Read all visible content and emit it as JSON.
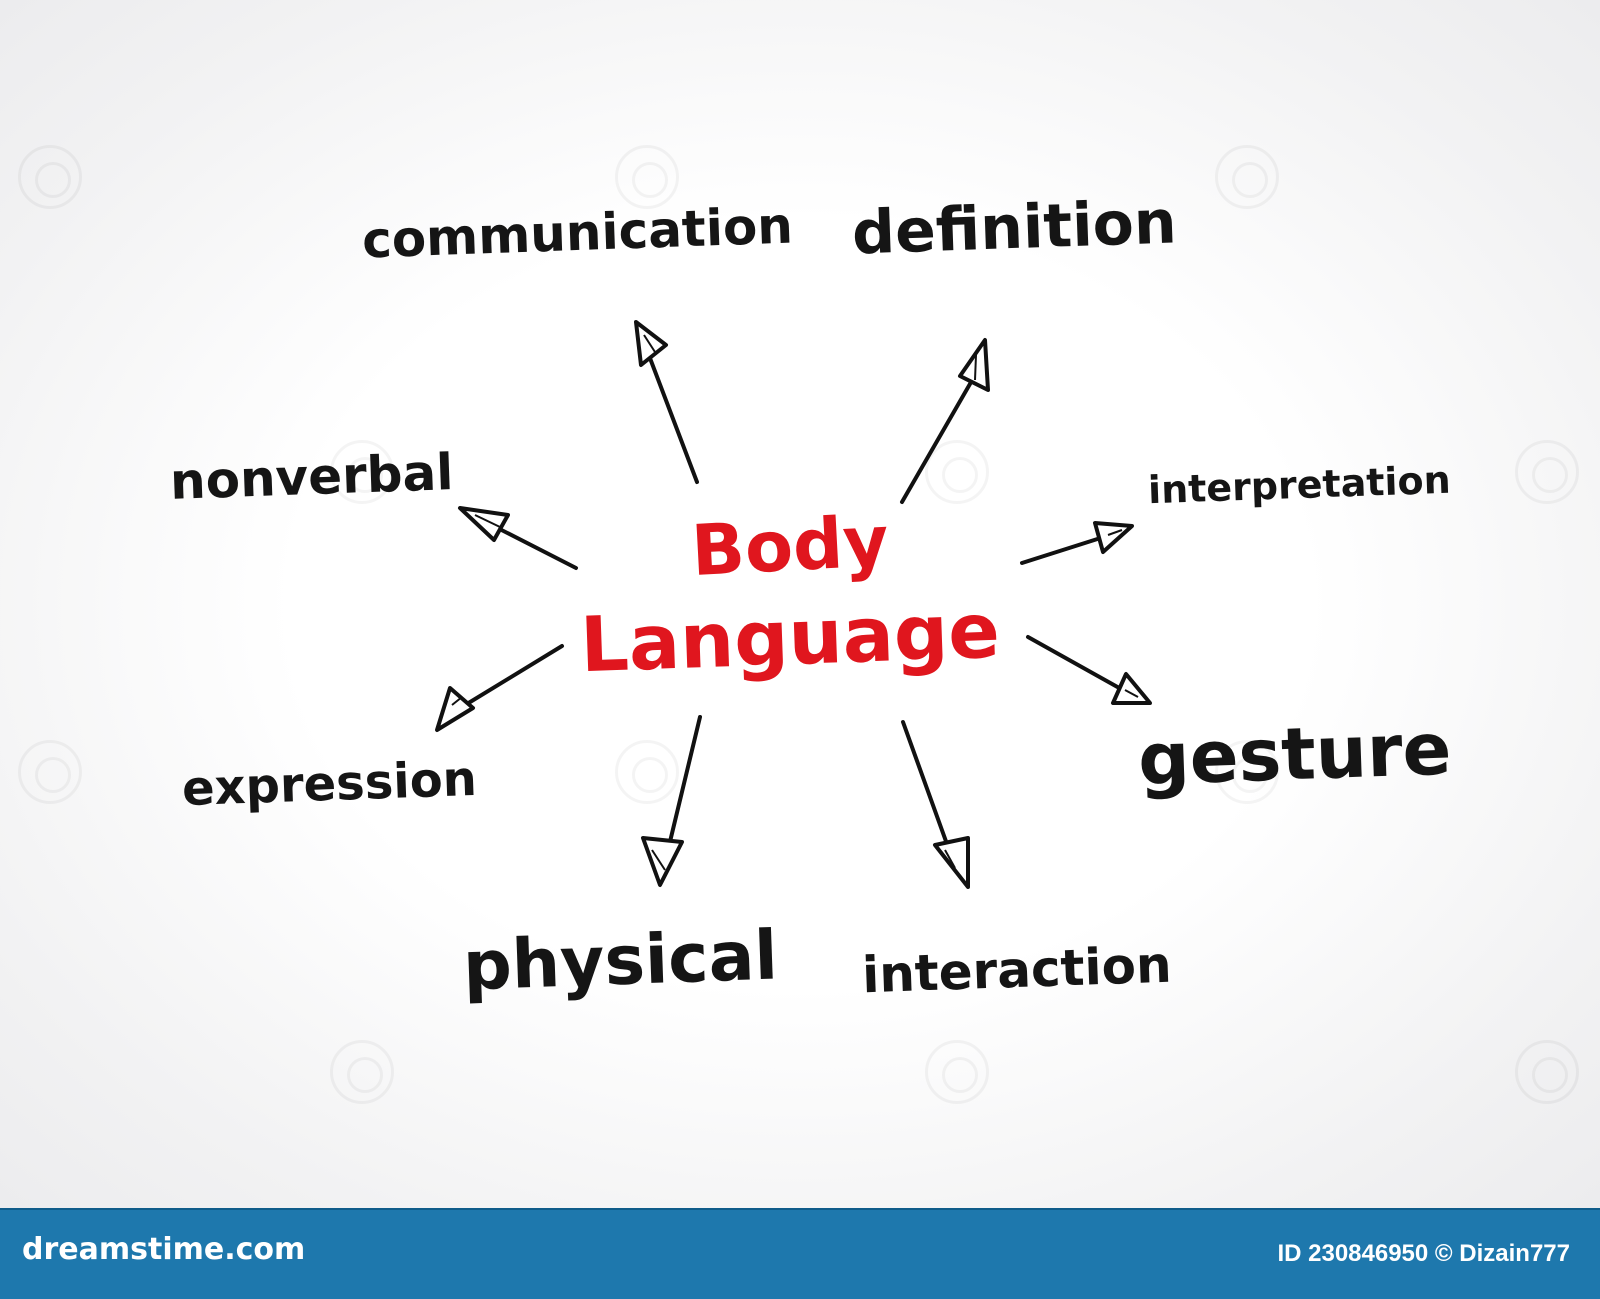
{
  "diagram": {
    "center": {
      "line1": "Body",
      "line2": "Language"
    },
    "words": {
      "communication": "communication",
      "definition": "definition",
      "nonverbal": "nonverbal",
      "interpretation": "interpretation",
      "expression": "expression",
      "gesture": "gesture",
      "physical": "physical",
      "interaction": "interaction"
    }
  },
  "footer": {
    "site": "dreamstime.com",
    "id_label": "ID 230846950 © Dizain777"
  },
  "colors": {
    "center_text": "#e0161e",
    "word_text": "#151515",
    "footer_bg": "#1e78ad"
  }
}
